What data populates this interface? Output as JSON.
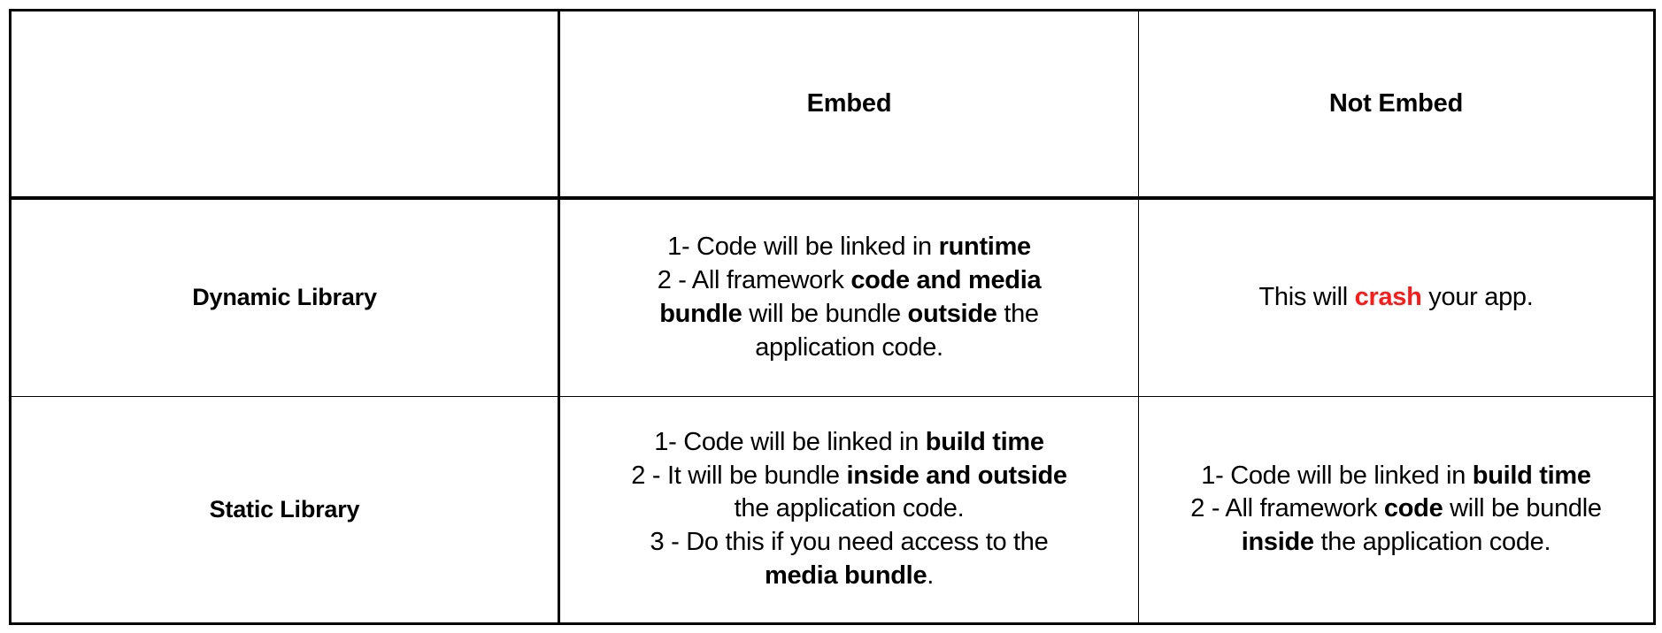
{
  "table": {
    "columns": [
      {
        "key": "row_label",
        "label": ""
      },
      {
        "key": "embed",
        "label": "Embed"
      },
      {
        "key": "not_embed",
        "label": "Not Embed"
      }
    ],
    "rows": [
      {
        "label": "Dynamic Library",
        "embed": {
          "lines": [
            {
              "segments": [
                {
                  "text": "1- Code will be linked in ",
                  "bold": false
                },
                {
                  "text": "runtime",
                  "bold": true
                }
              ]
            },
            {
              "segments": [
                {
                  "text": "2 - All framework ",
                  "bold": false
                },
                {
                  "text": "code and media",
                  "bold": true
                }
              ]
            },
            {
              "segments": [
                {
                  "text": "bundle",
                  "bold": true
                },
                {
                  "text": " will be bundle ",
                  "bold": false
                },
                {
                  "text": "outside",
                  "bold": true
                },
                {
                  "text": " the",
                  "bold": false
                }
              ]
            },
            {
              "segments": [
                {
                  "text": "application code.",
                  "bold": false
                }
              ]
            }
          ]
        },
        "not_embed": {
          "lines": [
            {
              "segments": [
                {
                  "text": "This will ",
                  "bold": false
                },
                {
                  "text": "crash",
                  "bold": true,
                  "color": "danger"
                },
                {
                  "text": " your app.",
                  "bold": false
                }
              ]
            }
          ]
        }
      },
      {
        "label": "Static Library",
        "embed": {
          "lines": [
            {
              "segments": [
                {
                  "text": "1- Code will be linked in ",
                  "bold": false
                },
                {
                  "text": "build time",
                  "bold": true
                }
              ]
            },
            {
              "segments": [
                {
                  "text": "2 - It will be bundle ",
                  "bold": false
                },
                {
                  "text": "inside and outside",
                  "bold": true
                }
              ]
            },
            {
              "segments": [
                {
                  "text": "the application code.",
                  "bold": false
                }
              ]
            },
            {
              "segments": [
                {
                  "text": "3 - Do this if you need access to the",
                  "bold": false
                }
              ]
            },
            {
              "segments": [
                {
                  "text": "media bundle",
                  "bold": true
                },
                {
                  "text": ".",
                  "bold": false
                }
              ]
            }
          ]
        },
        "not_embed": {
          "lines": [
            {
              "segments": [
                {
                  "text": "1- Code will be linked in ",
                  "bold": false
                },
                {
                  "text": "build time",
                  "bold": true
                }
              ]
            },
            {
              "segments": [
                {
                  "text": "2 - All framework ",
                  "bold": false
                },
                {
                  "text": "code",
                  "bold": true
                },
                {
                  "text": " will be bundle",
                  "bold": false
                }
              ]
            },
            {
              "segments": [
                {
                  "text": "inside",
                  "bold": true
                },
                {
                  "text": " the application code.",
                  "bold": false
                }
              ]
            }
          ]
        }
      }
    ]
  },
  "colors": {
    "border": "#000000",
    "text": "#000000",
    "danger": "#ff1a1a",
    "background": "#ffffff"
  }
}
